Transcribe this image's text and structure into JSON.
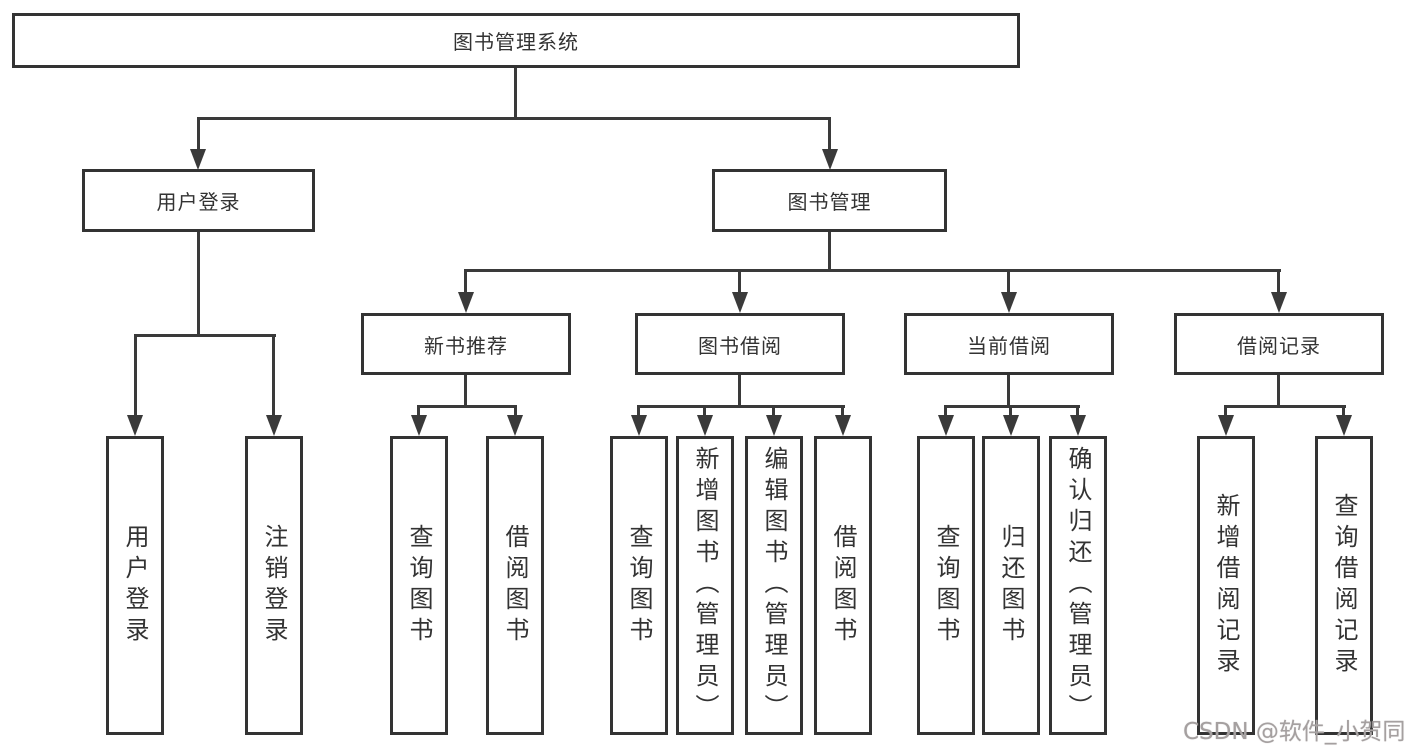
{
  "diagram": {
    "title": "图书管理系统",
    "root": {
      "label": "图书管理系统"
    },
    "login": {
      "label": "用户登录",
      "children": [
        {
          "label": "用户登录"
        },
        {
          "label": "注销登录"
        }
      ]
    },
    "management": {
      "label": "图书管理",
      "children": [
        {
          "label": "新书推荐",
          "children": [
            {
              "label": "查询图书"
            },
            {
              "label": "借阅图书"
            }
          ]
        },
        {
          "label": "图书借阅",
          "children": [
            {
              "label": "查询图书"
            },
            {
              "label": "新增图书（管理员）"
            },
            {
              "label": "编辑图书（管理员）"
            },
            {
              "label": "借阅图书"
            }
          ]
        },
        {
          "label": "当前借阅",
          "children": [
            {
              "label": "查询图书"
            },
            {
              "label": "归还图书"
            },
            {
              "label": "确认归还（管理员）"
            }
          ]
        },
        {
          "label": "借阅记录",
          "children": [
            {
              "label": "新增借阅记录"
            },
            {
              "label": "查询借阅记录"
            }
          ]
        }
      ]
    }
  },
  "watermark": {
    "text": "CSDN @软件_小贺同学"
  },
  "colors": {
    "line": "#3a3a3a",
    "box_border": "#333333",
    "text": "#333333",
    "background": "#ffffff",
    "watermark": "#a5a0a0"
  }
}
